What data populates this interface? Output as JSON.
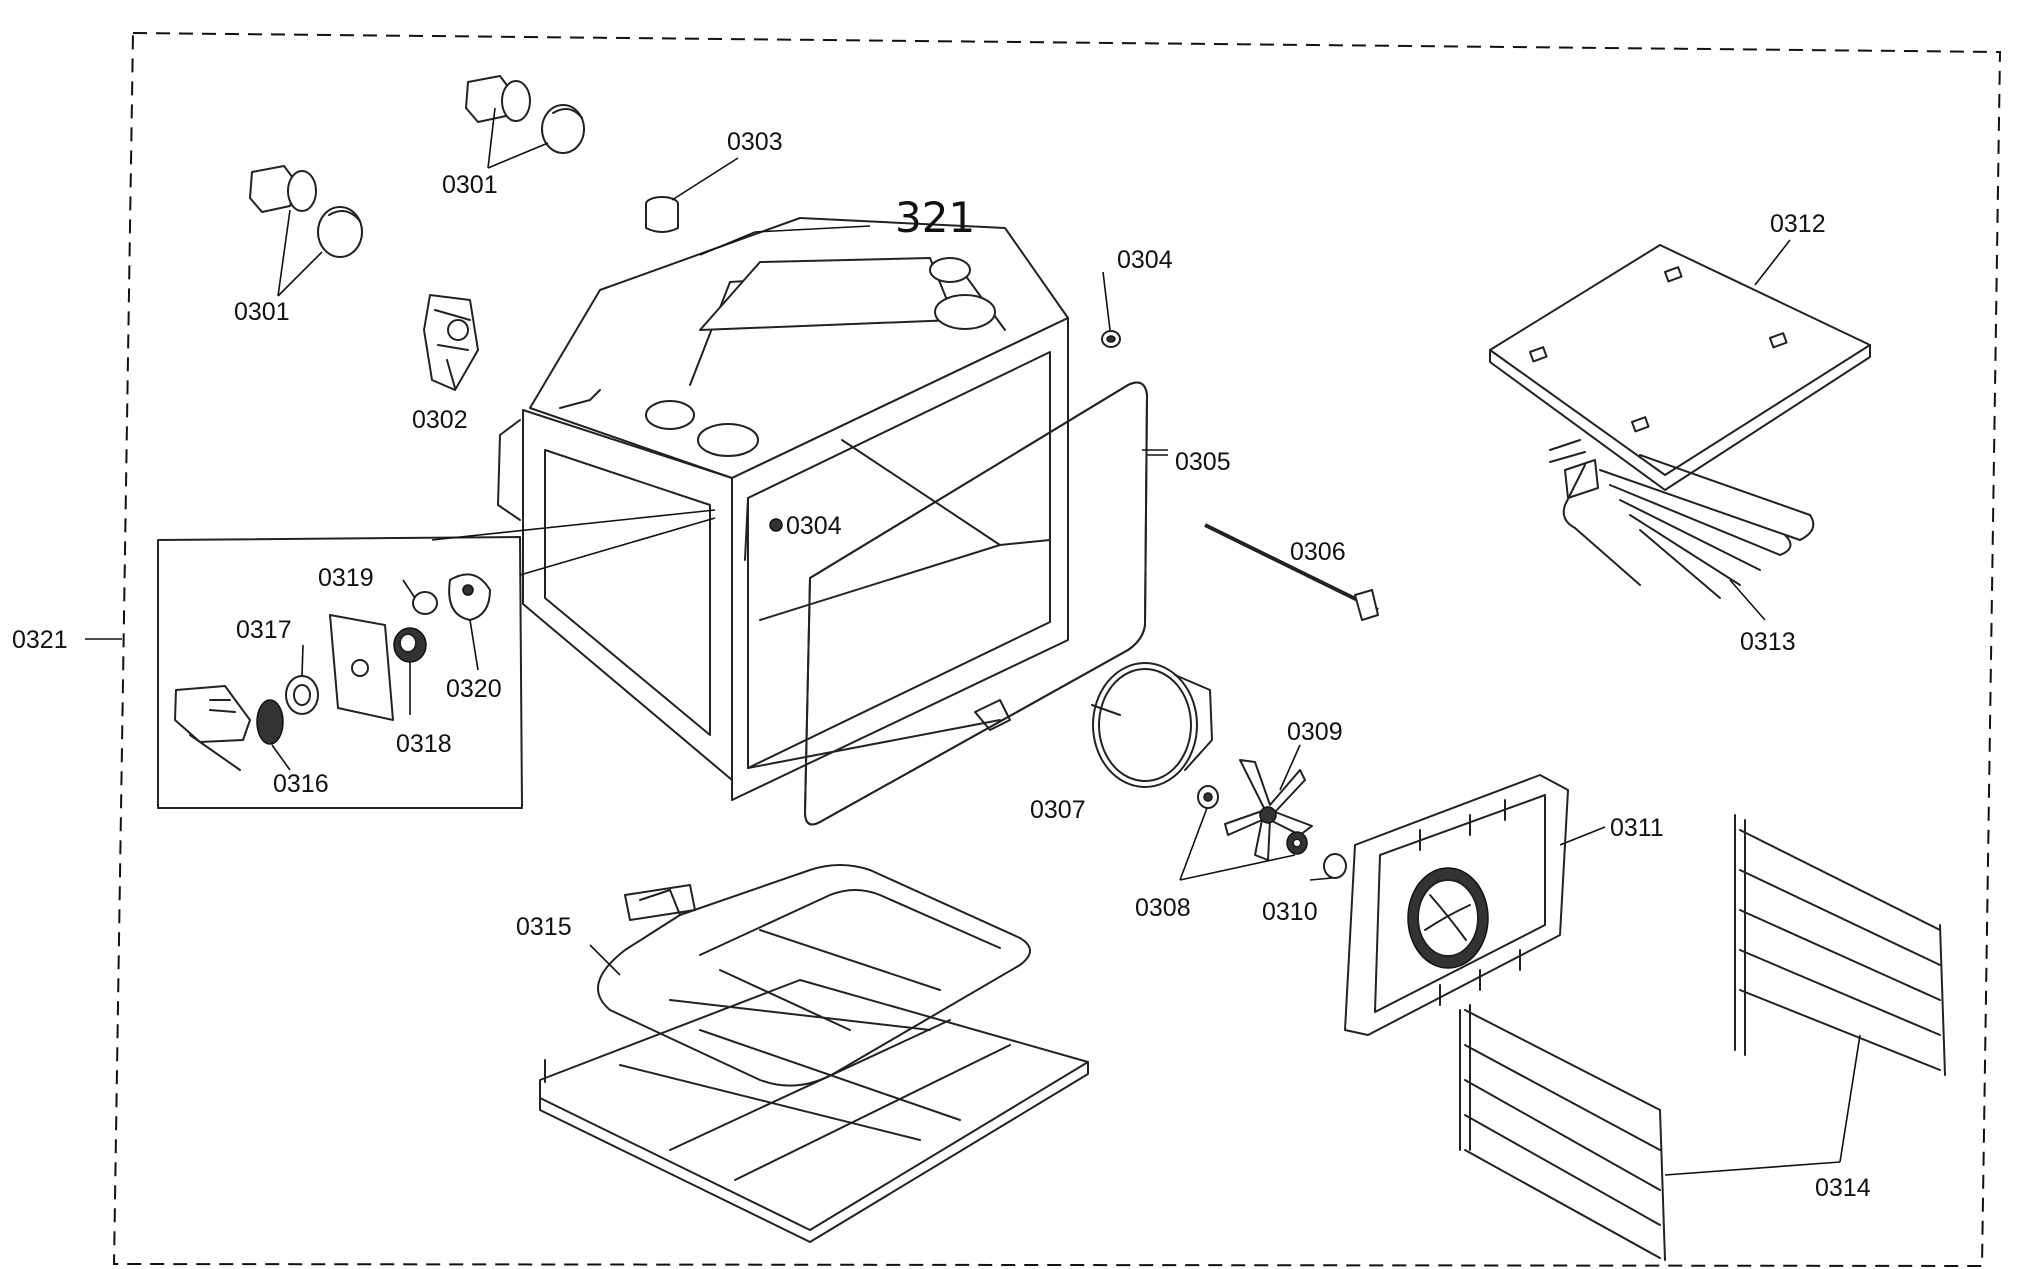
{
  "handwritten_note": "321",
  "labels": {
    "p0301_a": "0301",
    "p0301_b": "0301",
    "p0302": "0302",
    "p0303": "0303",
    "p0304_a": "0304",
    "p0304_b": "0304",
    "p0305": "0305",
    "p0306": "0306",
    "p0307": "0307",
    "p0308": "0308",
    "p0309": "0309",
    "p0310": "0310",
    "p0311": "0311",
    "p0312": "0312",
    "p0313": "0313",
    "p0314": "0314",
    "p0315": "0315",
    "p0316": "0316",
    "p0317": "0317",
    "p0318": "0318",
    "p0319": "0319",
    "p0320": "0320",
    "p0321": "0321"
  }
}
